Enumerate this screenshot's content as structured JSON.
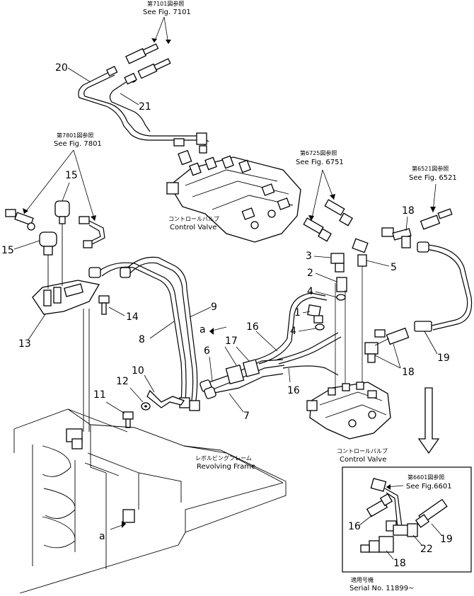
{
  "refs": {
    "fig7101_jp": "第7101図参照",
    "fig7101": "See Fig. 7101",
    "fig7801_jp": "第7801図参照",
    "fig7801": "See Fig. 7801",
    "fig6751_jp": "第6725図参照",
    "fig6751": "See Fig. 6751",
    "fig6521_jp": "第6521図参照",
    "fig6521": "See Fig. 6521",
    "fig6601_jp": "第6601図参照",
    "fig6601": "See Fig.6601"
  },
  "captions": {
    "control_valve_top_jp": "コントロールバルブ",
    "control_valve_top": "Control Valve",
    "control_valve_right_jp": "コントロールバルブ",
    "control_valve_right": "Control Valve",
    "revolving_frame_jp": "レボルビングフレーム",
    "revolving_frame": "Revolving Frame",
    "serial_jp": "適用号機",
    "serial": "Serial No. 11899~"
  },
  "callouts": {
    "p1": "1",
    "p2": "2",
    "p3": "3",
    "p4a": "4",
    "p4b": "4",
    "p5": "5",
    "p6": "6",
    "p7": "7",
    "p8": "8",
    "p9": "9",
    "p10": "10",
    "p11": "11",
    "p12": "12",
    "p13": "13",
    "p14": "14",
    "p15a": "15",
    "p15b": "15",
    "p16a": "16",
    "p16b": "16",
    "p16c": "16",
    "p17": "17",
    "p18a": "18",
    "p18b": "18",
    "p18c": "18",
    "p19a": "19",
    "p19b": "19",
    "p20": "20",
    "p21": "21",
    "p22": "22"
  },
  "markers": {
    "a_top": "a",
    "a_bottom": "a"
  }
}
